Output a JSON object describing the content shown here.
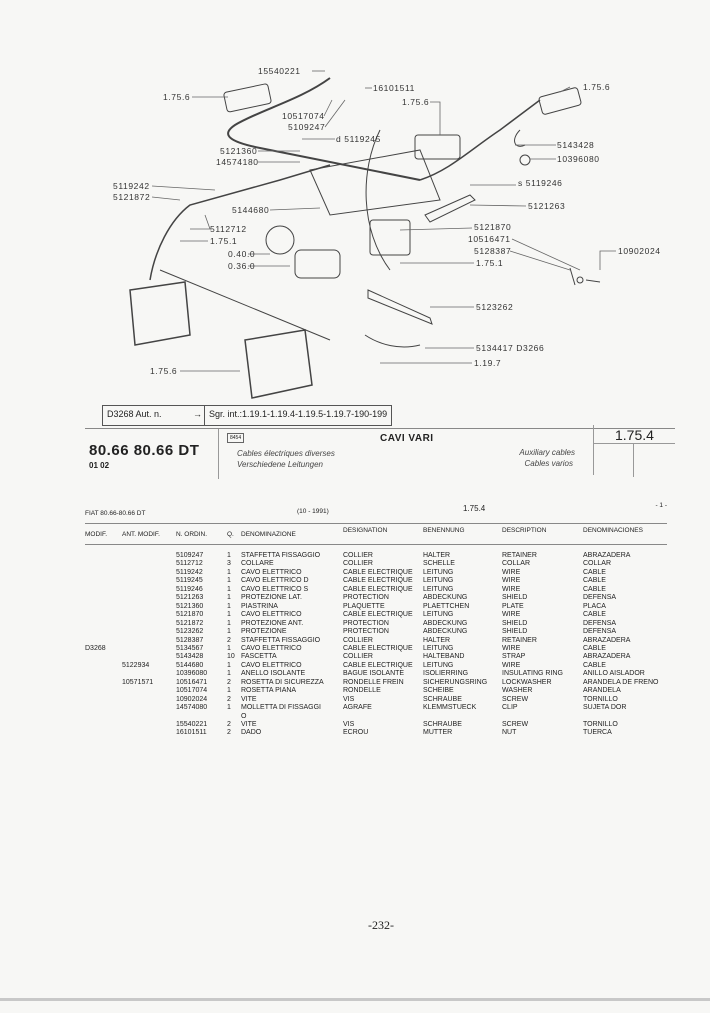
{
  "diagram": {
    "callouts": [
      "15540221",
      "1.75.6",
      "10517074",
      "5109247",
      "16101511",
      "1.75.6",
      "d 5119245",
      "5121360",
      "14574180",
      "5119242",
      "5121872",
      "5144680",
      "5112712",
      "1.75.1",
      "0.40.0",
      "0.36.0",
      "1.75.6",
      "5143428",
      "10396080",
      "s 5119246",
      "5121263",
      "5121870",
      "10516471",
      "5128387",
      "10902024",
      "1.75.1",
      "5123262",
      "5134417  D3266",
      "1.19.7",
      "1.75.6"
    ]
  },
  "reference": {
    "left": "D3268 Aut. n.",
    "arrow": "→",
    "right": "Sgr. int.:1.19.1-1.19.4-1.19.5-1.19.7-190-199"
  },
  "title_block": {
    "model": "80.66 80.66 DT",
    "sub": "01 02",
    "code": "8454",
    "title": "CAVI VARI",
    "fr": "Cables électriques diverses",
    "de": "Verschiedene Leitungen",
    "en": "Auxiliary cables",
    "es": "Cables varios",
    "group": "1.75.4"
  },
  "table": {
    "top_left": "FIAT 80.66-80.66 DT",
    "date": "(10 - 1991)",
    "group": "1.75.4",
    "page": "- 1 -",
    "headers": [
      "MODIF.",
      "ANT. MODIF.",
      "N. ORDIN.",
      "Q.",
      "DENOMINAZIONE",
      "DESIGNATION",
      "BENENNUNG",
      "DESCRIPTION",
      "DENOMINACIONES"
    ],
    "rows": [
      [
        "",
        "",
        "5109247",
        "1",
        "STAFFETTA FISSAGGIO",
        "COLLIER",
        "HALTER",
        "RETAINER",
        "ABRAZADERA"
      ],
      [
        "",
        "",
        "5112712",
        "3",
        "COLLARE",
        "COLLIER",
        "SCHELLE",
        "COLLAR",
        "COLLAR"
      ],
      [
        "",
        "",
        "5119242",
        "1",
        "CAVO ELETTRICO",
        "CABLE ELECTRIQUE",
        "LEITUNG",
        "WIRE",
        "CABLE"
      ],
      [
        "",
        "",
        "5119245",
        "1",
        "CAVO ELETTRICO  D",
        "CABLE ELECTRIQUE",
        "LEITUNG",
        "WIRE",
        "CABLE"
      ],
      [
        "",
        "",
        "5119246",
        "1",
        "CAVO ELETTRICO  S",
        "CABLE ELECTRIQUE",
        "LEITUNG",
        "WIRE",
        "CABLE"
      ],
      [
        "",
        "",
        "5121263",
        "1",
        "PROTEZIONE  LAT.",
        "PROTECTION",
        "ABDECKUNG",
        "SHIELD",
        "DEFENSA"
      ],
      [
        "",
        "",
        "5121360",
        "1",
        "PIASTRINA",
        "PLAQUETTE",
        "PLAETTCHEN",
        "PLATE",
        "PLACA"
      ],
      [
        "",
        "",
        "5121870",
        "1",
        "CAVO ELETTRICO",
        "CABLE ELECTRIQUE",
        "LEITUNG",
        "WIRE",
        "CABLE"
      ],
      [
        "",
        "",
        "5121872",
        "1",
        "PROTEZIONE  ANT.",
        "PROTECTION",
        "ABDECKUNG",
        "SHIELD",
        "DEFENSA"
      ],
      [
        "",
        "",
        "5123262",
        "1",
        "PROTEZIONE",
        "PROTECTION",
        "ABDECKUNG",
        "SHIELD",
        "DEFENSA"
      ],
      [
        "",
        "",
        "5128387",
        "2",
        "STAFFETTA FISSAGGIO",
        "COLLIER",
        "HALTER",
        "RETAINER",
        "ABRAZADERA"
      ],
      [
        "D3268",
        "",
        "5134567",
        "1",
        "CAVO ELETTRICO",
        "CABLE ELECTRIQUE",
        "LEITUNG",
        "WIRE",
        "CABLE"
      ],
      [
        "",
        "",
        "5143428",
        "10",
        "FASCETTA",
        "COLLIER",
        "HALTEBAND",
        "STRAP",
        "ABRAZADERA"
      ],
      [
        "",
        "5122934",
        "5144680",
        "1",
        "CAVO ELETTRICO",
        "CABLE ELECTRIQUE",
        "LEITUNG",
        "WIRE",
        "CABLE"
      ],
      [
        "",
        "",
        "10396080",
        "1",
        "ANELLO ISOLANTE",
        "BAGUE ISOLANTE",
        "ISOLIERRING",
        "INSULATING RING",
        "ANILLO AISLADOR"
      ],
      [
        "",
        "10571571",
        "10516471",
        "2",
        "ROSETTA DI SICUREZZA",
        "RONDELLE FREIN",
        "SICHERUNGSRING",
        "LOCKWASHER",
        "ARANDELA DE FRENO"
      ],
      [
        "",
        "",
        "10517074",
        "1",
        "ROSETTA PIANA",
        "RONDELLE",
        "SCHEIBE",
        "WASHER",
        "ARANDELA"
      ],
      [
        "",
        "",
        "10902024",
        "2",
        "VITE",
        "VIS",
        "SCHRAUBE",
        "SCREW",
        "TORNILLO"
      ],
      [
        "",
        "",
        "14574080",
        "1",
        "MOLLETTA DI FISSAGGI\nO",
        "AGRAFE",
        "KLEMMSTUECK",
        "CLIP",
        "SUJETA DOR"
      ],
      [
        "",
        "",
        "15540221",
        "2",
        "VITE",
        "VIS",
        "SCHRAUBE",
        "SCREW",
        "TORNILLO"
      ],
      [
        "",
        "",
        "16101511",
        "2",
        "DADO",
        "ECROU",
        "MUTTER",
        "NUT",
        "TUERCA"
      ]
    ]
  },
  "page_number": "-232-"
}
